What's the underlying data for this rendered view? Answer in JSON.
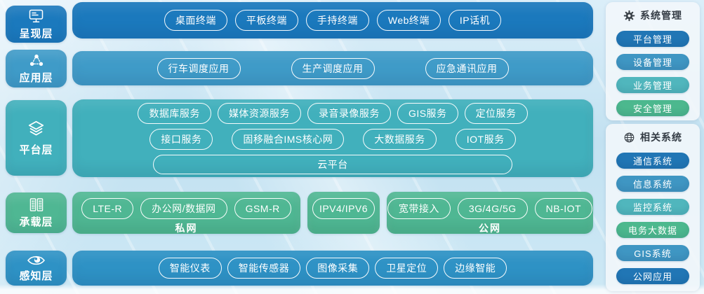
{
  "layers": [
    {
      "label": "呈现层",
      "icon": "monitor-icon"
    },
    {
      "label": "应用层",
      "icon": "share-nodes-icon"
    },
    {
      "label": "平台层",
      "icon": "layers-icon"
    },
    {
      "label": "承载层",
      "icon": "server-rack-icon"
    },
    {
      "label": "感知层",
      "icon": "eye-icon"
    }
  ],
  "presentation_row": {
    "items": [
      "桌面终端",
      "平板终端",
      "手持终端",
      "Web终端",
      "IP话机"
    ]
  },
  "application_row": {
    "items": [
      "行车调度应用",
      "生产调度应用",
      "应急通讯应用"
    ]
  },
  "platform_row": {
    "services_row1": [
      "数据库服务",
      "媒体资源服务",
      "录音录像服务",
      "GIS服务",
      "定位服务"
    ],
    "services_row2": [
      "接口服务",
      "固移融合IMS核心网",
      "大数据服务",
      "IOT服务"
    ],
    "cloud": "云平台"
  },
  "bearer_row": {
    "private_network": {
      "label": "私网",
      "items": [
        "LTE-R",
        "办公网/数据网",
        "GSM-R"
      ]
    },
    "ip_segment": {
      "items": [
        "IPV4/IPV6"
      ]
    },
    "public_network": {
      "label": "公网",
      "items": [
        "宽带接入",
        "3G/4G/5G",
        "NB-IOT"
      ]
    }
  },
  "perception_row": {
    "items": [
      "智能仪表",
      "智能传感器",
      "图像采集",
      "卫星定位",
      "边缘智能"
    ]
  },
  "side_panels": [
    {
      "title": "系统管理",
      "icon": "gear-icon",
      "items": [
        {
          "label": "平台管理",
          "color": "#2176b5"
        },
        {
          "label": "设备管理",
          "color": "#3f96c3"
        },
        {
          "label": "业务管理",
          "color": "#50b6bd"
        },
        {
          "label": "安全管理",
          "color": "#4cb88e"
        }
      ]
    },
    {
      "title": "相关系统",
      "icon": "globe-icon",
      "items": [
        {
          "label": "通信系统",
          "color": "#2176b5"
        },
        {
          "label": "信息系统",
          "color": "#3f96c3"
        },
        {
          "label": "监控系统",
          "color": "#50b6bd"
        },
        {
          "label": "电务大数据",
          "color": "#4cb88e"
        },
        {
          "label": "GIS系统",
          "color": "#3f96c3"
        },
        {
          "label": "公网应用",
          "color": "#2176b5"
        }
      ]
    }
  ],
  "colors": {
    "presentation": "#1b79bd",
    "application": "#3f9bc8",
    "platform": "#41b0bc",
    "bearer": "#4fb793",
    "perception": "#2e92c5",
    "side_header_text": "#333b44"
  }
}
